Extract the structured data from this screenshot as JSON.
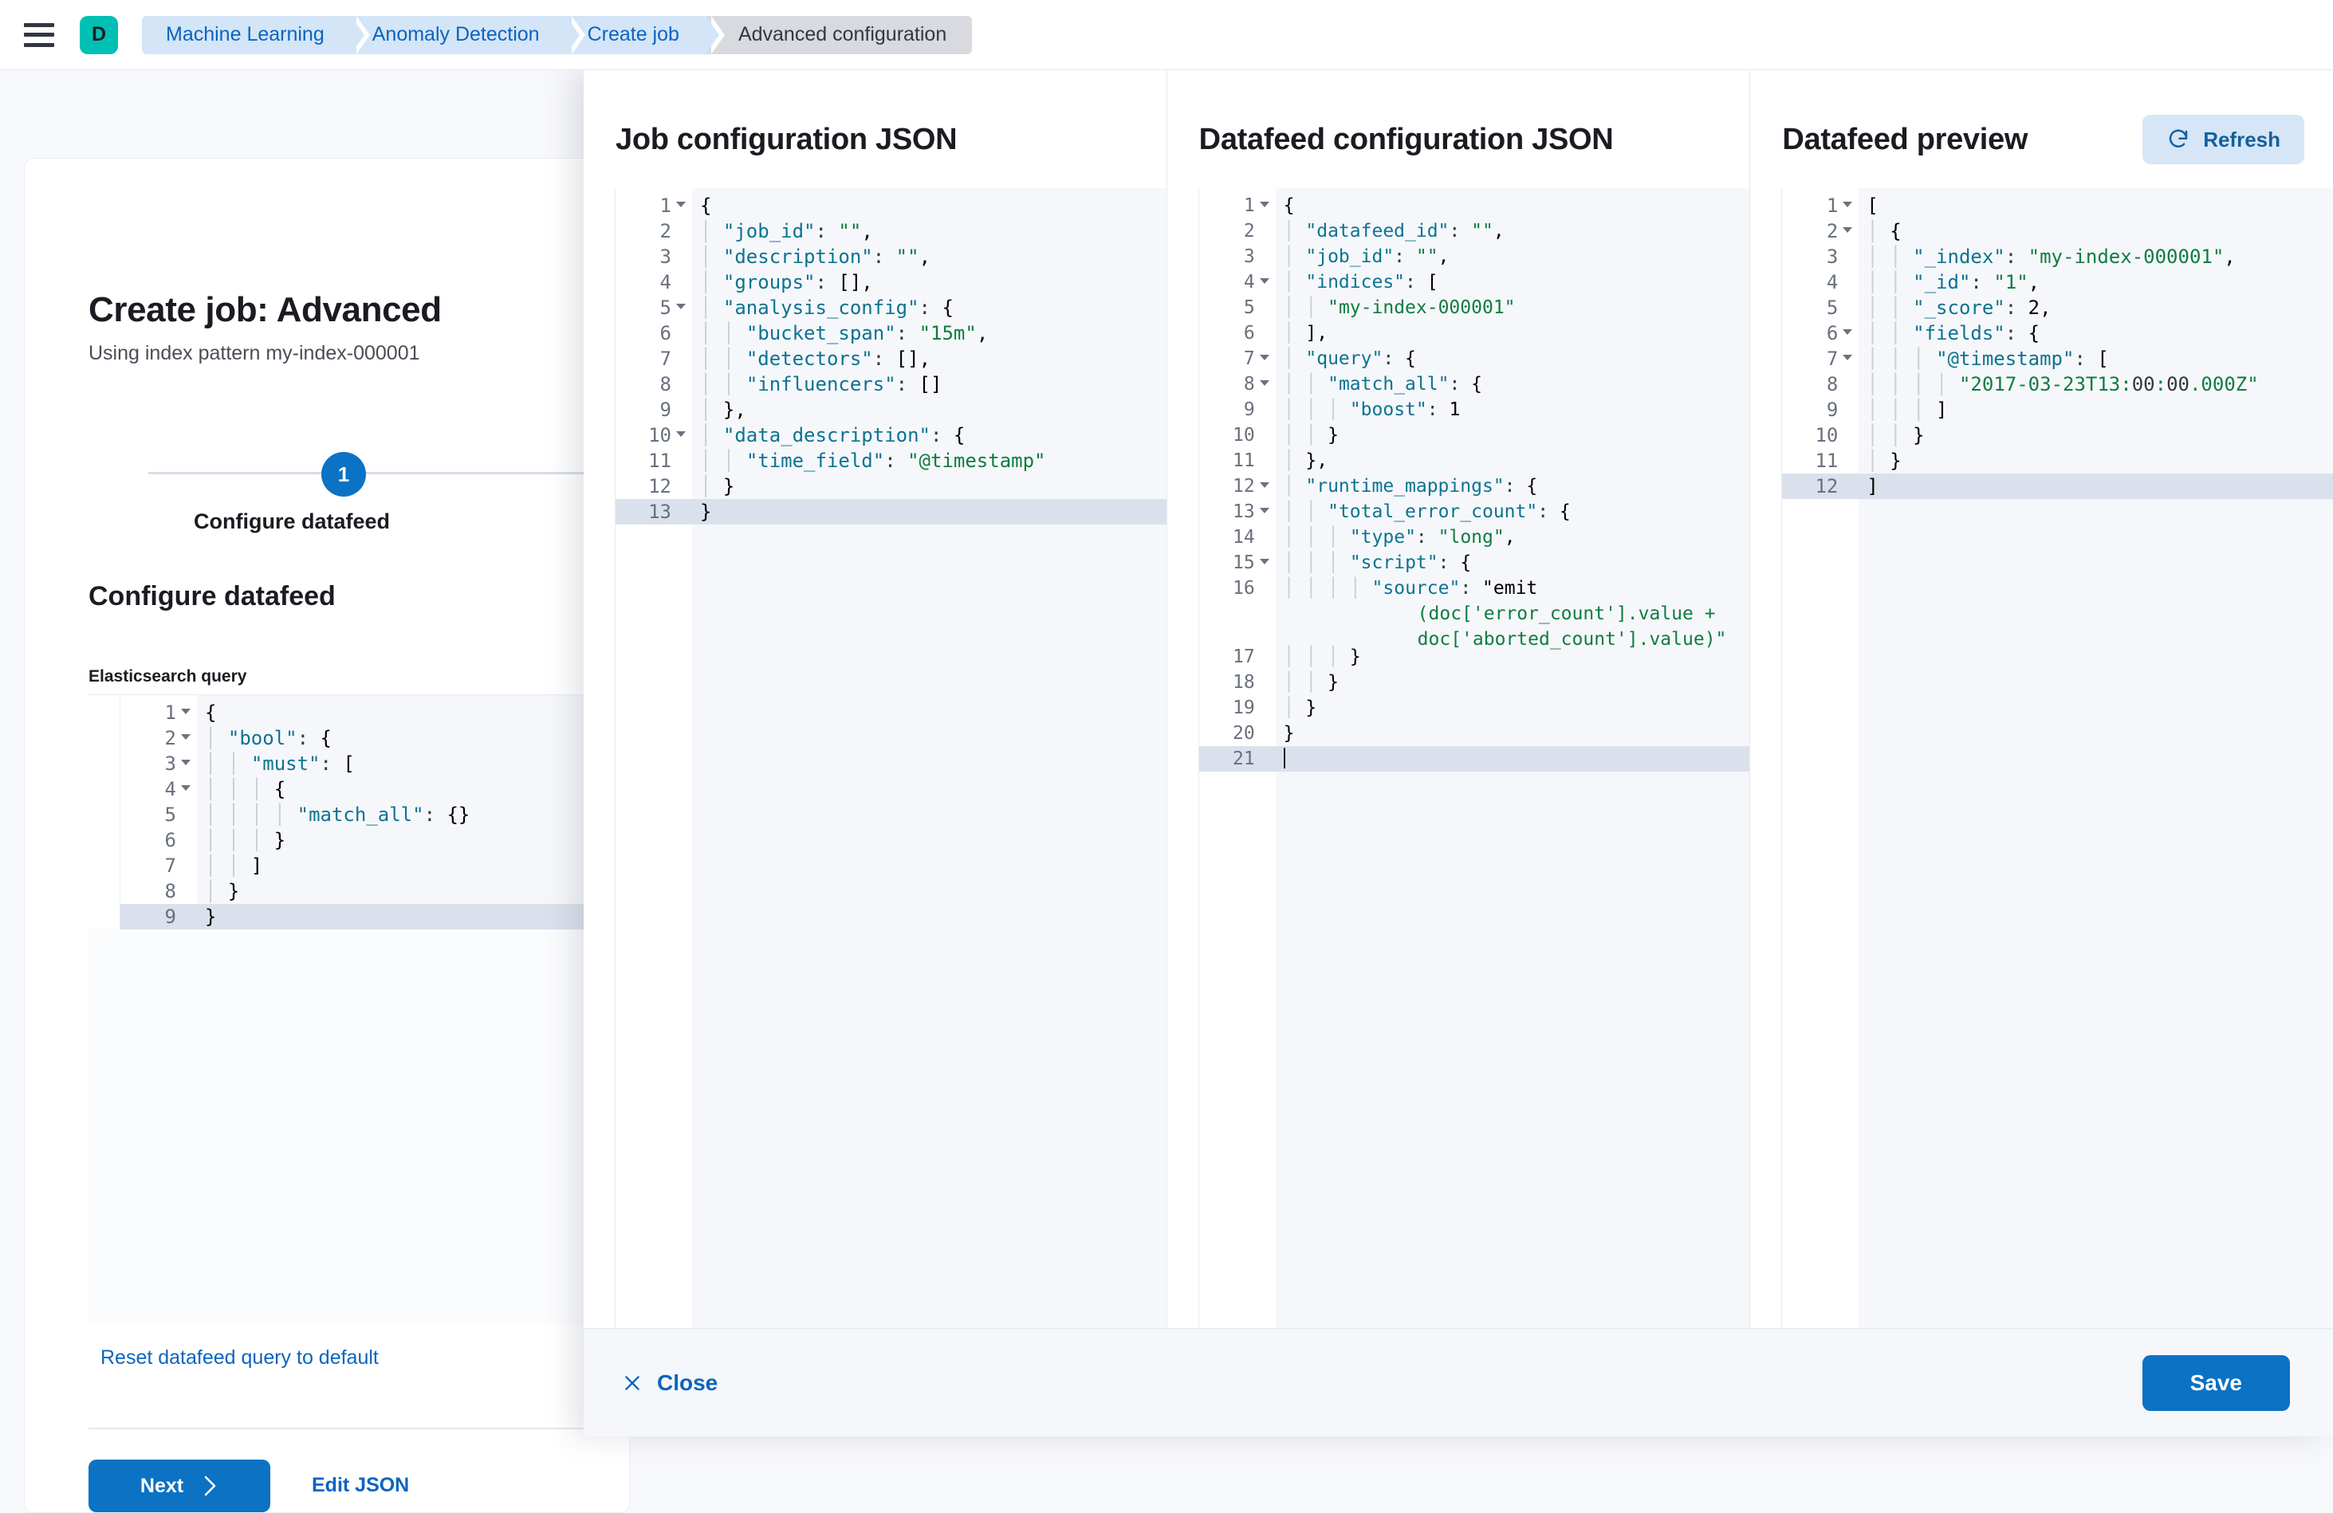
{
  "chrome": {
    "menu_icon": "hamburger-menu-icon",
    "space_avatar": "D",
    "breadcrumbs": [
      {
        "label": "Machine Learning"
      },
      {
        "label": "Anomaly Detection"
      },
      {
        "label": "Create job"
      },
      {
        "label": "Advanced configuration"
      }
    ]
  },
  "wizard": {
    "title": "Create job: Advanced",
    "subtitle": "Using index pattern my-index-000001",
    "step_number": "1",
    "step_label": "Configure datafeed",
    "section_heading": "Configure datafeed",
    "query_label": "Elasticsearch query",
    "reset_link": "Reset datafeed query to default",
    "next_label": "Next",
    "next_icon": "chevron-right-icon",
    "edit_json_label": "Edit JSON"
  },
  "left_editor": {
    "lines": [
      {
        "n": "1",
        "fold": true,
        "text": "{"
      },
      {
        "n": "2",
        "fold": true,
        "text": "  \"bool\": {"
      },
      {
        "n": "3",
        "fold": true,
        "text": "    \"must\": ["
      },
      {
        "n": "4",
        "fold": true,
        "text": "      {"
      },
      {
        "n": "5",
        "fold": false,
        "text": "        \"match_all\": {}"
      },
      {
        "n": "6",
        "fold": false,
        "text": "      }"
      },
      {
        "n": "7",
        "fold": false,
        "text": "    ]"
      },
      {
        "n": "8",
        "fold": false,
        "text": "  }"
      },
      {
        "n": "9",
        "fold": false,
        "text": "}",
        "highlight": true
      }
    ]
  },
  "flyout": {
    "panels": [
      {
        "title": "Job configuration JSON"
      },
      {
        "title": "Datafeed configuration JSON"
      },
      {
        "title": "Datafeed preview"
      }
    ],
    "refresh_label": "Refresh",
    "refresh_icon": "refresh-icon",
    "close_label": "Close",
    "close_icon": "close-x-icon",
    "save_label": "Save"
  },
  "job_config_editor": {
    "lines": [
      {
        "n": "1",
        "fold": true,
        "text": "{"
      },
      {
        "n": "2",
        "fold": false,
        "text": "  \"job_id\": \"\","
      },
      {
        "n": "3",
        "fold": false,
        "text": "  \"description\": \"\","
      },
      {
        "n": "4",
        "fold": false,
        "text": "  \"groups\": [],"
      },
      {
        "n": "5",
        "fold": true,
        "text": "  \"analysis_config\": {"
      },
      {
        "n": "6",
        "fold": false,
        "text": "    \"bucket_span\": \"15m\","
      },
      {
        "n": "7",
        "fold": false,
        "text": "    \"detectors\": [],"
      },
      {
        "n": "8",
        "fold": false,
        "text": "    \"influencers\": []"
      },
      {
        "n": "9",
        "fold": false,
        "text": "  },"
      },
      {
        "n": "10",
        "fold": true,
        "text": "  \"data_description\": {"
      },
      {
        "n": "11",
        "fold": false,
        "text": "    \"time_field\": \"@timestamp\""
      },
      {
        "n": "12",
        "fold": false,
        "text": "  }"
      },
      {
        "n": "13",
        "fold": false,
        "text": "}",
        "highlight": true
      }
    ]
  },
  "datafeed_config_editor": {
    "lines": [
      {
        "n": "1",
        "fold": true,
        "text": "{"
      },
      {
        "n": "2",
        "fold": false,
        "text": "  \"datafeed_id\": \"\","
      },
      {
        "n": "3",
        "fold": false,
        "text": "  \"job_id\": \"\","
      },
      {
        "n": "4",
        "fold": true,
        "text": "  \"indices\": ["
      },
      {
        "n": "5",
        "fold": false,
        "text": "    \"my-index-000001\""
      },
      {
        "n": "6",
        "fold": false,
        "text": "  ],"
      },
      {
        "n": "7",
        "fold": true,
        "text": "  \"query\": {"
      },
      {
        "n": "8",
        "fold": true,
        "text": "    \"match_all\": {"
      },
      {
        "n": "9",
        "fold": false,
        "text": "      \"boost\": 1"
      },
      {
        "n": "10",
        "fold": false,
        "text": "    }"
      },
      {
        "n": "11",
        "fold": false,
        "text": "  },"
      },
      {
        "n": "12",
        "fold": true,
        "text": "  \"runtime_mappings\": {"
      },
      {
        "n": "13",
        "fold": true,
        "text": "    \"total_error_count\": {"
      },
      {
        "n": "14",
        "fold": false,
        "text": "      \"type\": \"long\","
      },
      {
        "n": "15",
        "fold": true,
        "text": "      \"script\": {"
      },
      {
        "n": "16",
        "fold": false,
        "text": "        \"source\": \"emit(doc['error_count'].value + doc['aborted_count'].value)\"",
        "wrapped": true
      },
      {
        "n": "17",
        "fold": false,
        "text": "      }"
      },
      {
        "n": "18",
        "fold": false,
        "text": "    }"
      },
      {
        "n": "19",
        "fold": false,
        "text": "  }"
      },
      {
        "n": "20",
        "fold": false,
        "text": "}"
      },
      {
        "n": "21",
        "fold": false,
        "text": "",
        "highlight": true,
        "caret": true
      }
    ]
  },
  "datafeed_preview_editor": {
    "lines": [
      {
        "n": "1",
        "fold": true,
        "text": "["
      },
      {
        "n": "2",
        "fold": true,
        "text": "  {"
      },
      {
        "n": "3",
        "fold": false,
        "text": "    \"_index\": \"my-index-000001\","
      },
      {
        "n": "4",
        "fold": false,
        "text": "    \"_id\": \"1\","
      },
      {
        "n": "5",
        "fold": false,
        "text": "    \"_score\": 2,"
      },
      {
        "n": "6",
        "fold": true,
        "text": "    \"fields\": {"
      },
      {
        "n": "7",
        "fold": true,
        "text": "      \"@timestamp\": ["
      },
      {
        "n": "8",
        "fold": false,
        "text": "        \"2017-03-23T13:00:00.000Z\""
      },
      {
        "n": "9",
        "fold": false,
        "text": "      ]"
      },
      {
        "n": "10",
        "fold": false,
        "text": "    }"
      },
      {
        "n": "11",
        "fold": false,
        "text": "  }"
      },
      {
        "n": "12",
        "fold": false,
        "text": "]",
        "highlight": true
      }
    ]
  },
  "colors": {
    "accent_blue": "#0b72c4",
    "link_blue": "#0b64c0",
    "avatar_teal": "#00bfb3",
    "breadcrumb_active": "#d8dae0",
    "breadcrumb_link": "#d3e5f7",
    "editor_bg": "#f5f7fa",
    "editor_highlight": "#dbe1ec",
    "json_key": "#0d7390",
    "json_string": "#107c41"
  }
}
